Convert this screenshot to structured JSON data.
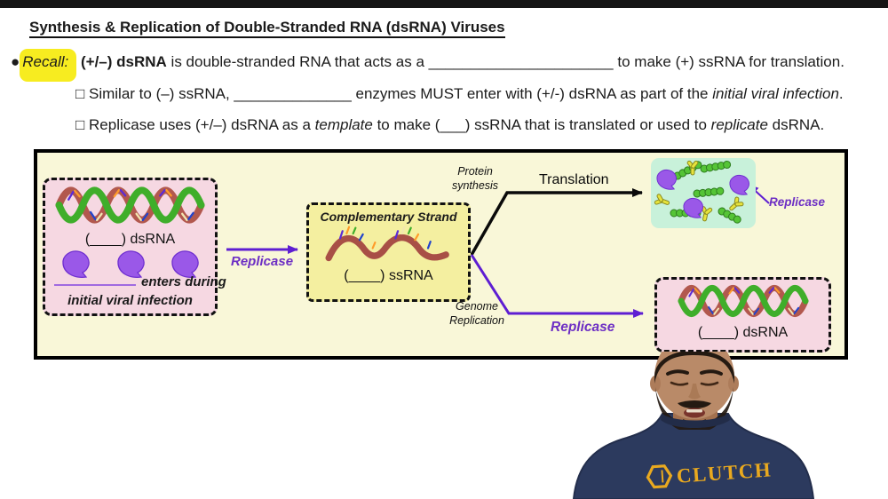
{
  "header": {
    "title": "Synthesis & Replication of Double-Stranded RNA (dsRNA) Viruses"
  },
  "bullets": {
    "recall": {
      "marker": "●",
      "keyword": "Recall:",
      "bold_term": "(+/–) dsRNA",
      "text_a": " is double-stranded RNA that acts as a ",
      "blank": "______________________",
      "text_b": " to make (+) ssRNA for translation."
    },
    "similar": {
      "marker": "□",
      "text_a": " Similar to (–) ssRNA, ",
      "blank": "______________",
      "text_b": " enzymes MUST enter with (+/-) dsRNA as part of the ",
      "italic": "initial viral infection",
      "text_c": "."
    },
    "replicase": {
      "marker": "□",
      "text_a": " Replicase uses (+/–) dsRNA as a ",
      "italic_a": "template",
      "text_b": " to make (___) ssRNA that is translated or used to ",
      "italic_b": "replicate",
      "text_c": " dsRNA."
    }
  },
  "diagram": {
    "virion_box": {
      "ds_label": "(____) dsRNA",
      "enters_text": "enters during",
      "infection_text": "initial viral infection"
    },
    "replicase_arrow_label": "Replicase",
    "complementary_box": {
      "title": "Complementary Strand",
      "ss_label": "(____) ssRNA"
    },
    "protein_synthesis_line1": "Protein",
    "protein_synthesis_line2": "synthesis",
    "translation_label": "Translation",
    "genome_line1": "Genome",
    "genome_line2": "Replication",
    "replicase_product_label": "Replicase",
    "replicase_bottom_arrow_label": "Replicase",
    "replicated_box": {
      "ds_label": "(____) dsRNA"
    }
  },
  "instructor": {
    "shirt_brand": "CLUTCH"
  },
  "colors": {
    "highlight": "#f7ec20",
    "purple_arrow": "#5e1ed2",
    "purple_label": "#6d2fc4",
    "diagram_bg": "#f9f7d8",
    "pink_box": "#f6d8e2",
    "yellow_box": "#f4efa0",
    "mint_box": "#c8f1da",
    "helix_red": "#b2584e",
    "helix_green": "#3fae2a",
    "enzyme_purple": "#9a58e8",
    "shirt_navy": "#2c3a5e",
    "shirt_gold": "#e9a91f"
  }
}
